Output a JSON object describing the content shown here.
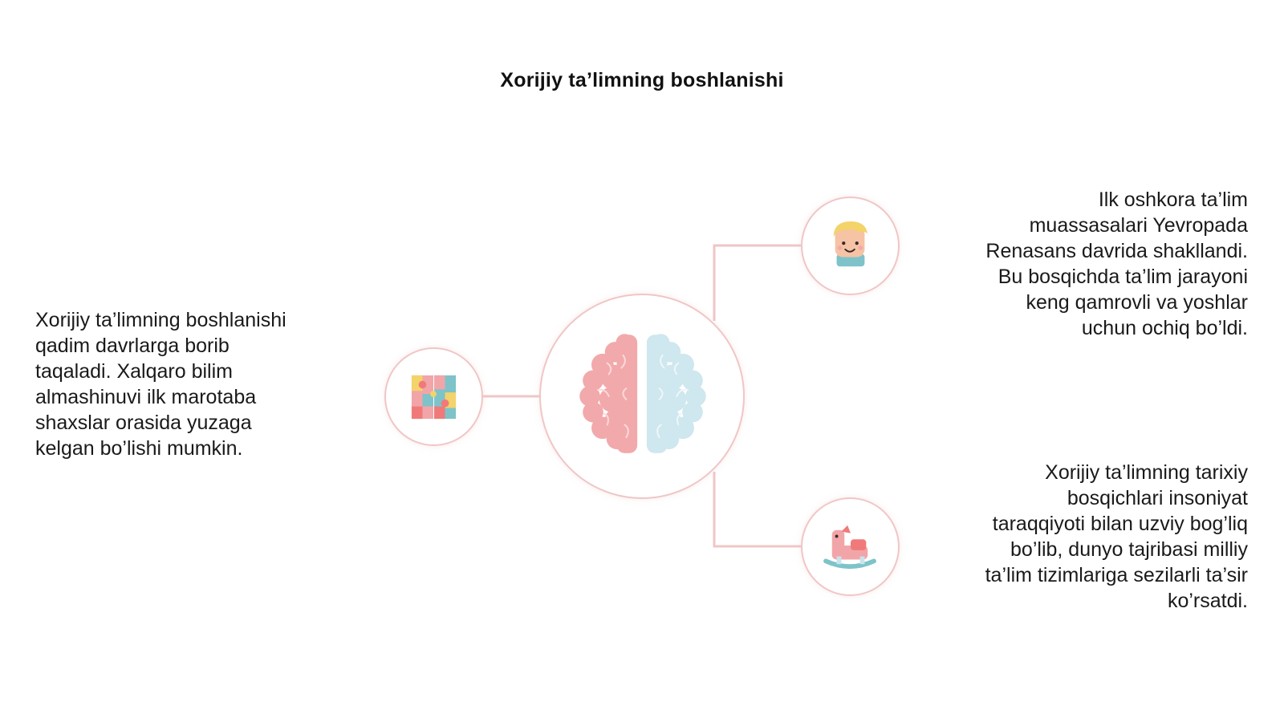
{
  "slide": {
    "title": "Xorijiy ta’limning boshlanishi"
  },
  "nodes": {
    "center": {
      "icon": "brain-icon"
    },
    "left": {
      "icon": "blocks-icon",
      "text": "Xorijiy ta’limning boshlanishi\nqadim davrlarga borib\ntaqaladi. Xalqaro bilim\nalmashinuvi ilk marotaba\nshaxslar orasida yuzaga\nkelgan bo’lishi mumkin."
    },
    "top_right": {
      "icon": "child-face-icon",
      "text": "Ilk oshkora ta’lim\nmuassasalari Yevropada\nRenasans davrida shakllandi.\nBu bosqichda ta’lim jarayoni\nkeng qamrovli va yoshlar\nuchun ochiq bo’ldi."
    },
    "bottom_right": {
      "icon": "rocking-horse-icon",
      "text": "Xorijiy ta’limning tarixiy\nbosqichlari insoniyat\ntaraqqiyoti bilan uzviy bog’liq\nbo’lib, dunyo tajribasi milliy\nta’lim tizimlariga sezilarli ta’sir\nko’rsatdi."
    }
  },
  "colors": {
    "connector": "#f0c6c6",
    "pink": "#f2a5a8",
    "blue": "#c9e4ec",
    "teal": "#7ec3c9",
    "coral": "#f07a7a",
    "yellow": "#f3d36a"
  }
}
